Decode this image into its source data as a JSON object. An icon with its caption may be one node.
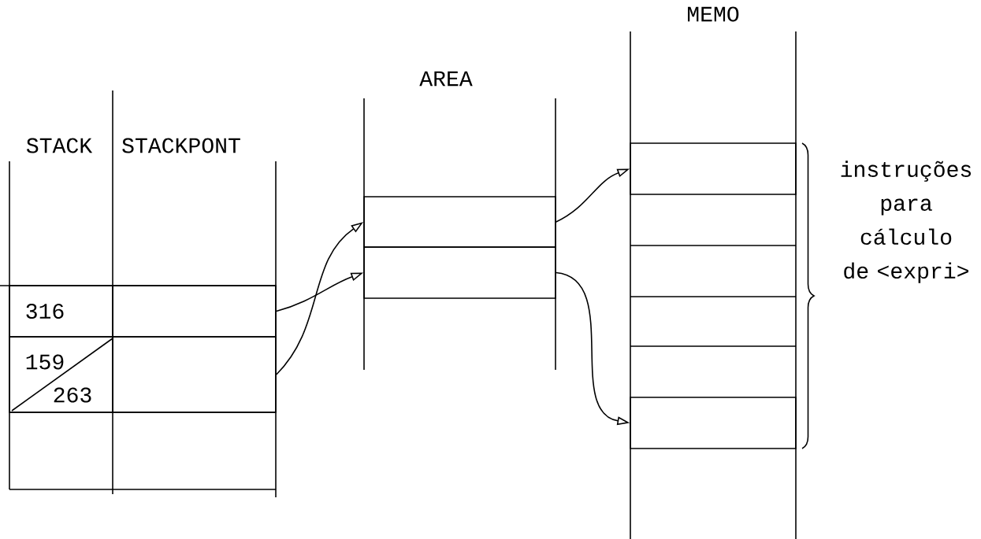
{
  "diagram": {
    "nodes": [
      {
        "text": [
          "STACK",
          "STACKPONT"
        ]
      },
      {
        "text": [
          "316"
        ],
        "in": 0
      },
      {
        "text": [
          "159",
          "263"
        ],
        "in": 0
      },
      {
        "text": [],
        "shape": "box",
        "in": 0
      },
      {
        "text": [],
        "shape": "box",
        "in": 0
      },
      {
        "text": [
          "AREA"
        ]
      },
      {
        "text": [],
        "shape": "box",
        "in": 5
      },
      {
        "text": [],
        "shape": "box",
        "in": 5
      },
      {
        "text": [
          "MEMO"
        ]
      },
      {
        "text": [],
        "shape": "box",
        "in": 8
      },
      {
        "text": [],
        "shape": "box",
        "in": 8
      }
    ],
    "edges": [
      {
        "from": 3,
        "to": 7,
        "arrow": "to"
      },
      {
        "from": 4,
        "to": 6,
        "arrow": "to"
      },
      {
        "from": 6,
        "to": 9,
        "arrow": "to"
      },
      {
        "from": 7,
        "to": 10,
        "arrow": "to"
      }
    ],
    "labels": [
      "instruções para cálculo de <expri>"
    ]
  }
}
